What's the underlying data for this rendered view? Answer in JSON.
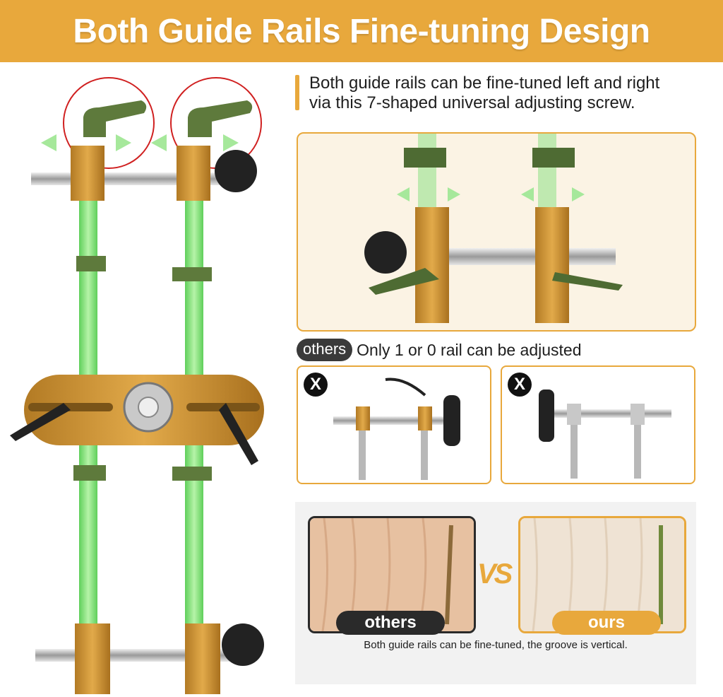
{
  "banner": {
    "title": "Both Guide Rails Fine-tuning Design"
  },
  "description": {
    "text": "Both guide rails can be fine-tuned left and right\nvia this 7-shaped universal adjusting screw."
  },
  "others_row": {
    "pill": "others",
    "text": "Only 1 or 0 rail can be adjusted"
  },
  "bad_panels": [
    {
      "mark": "X"
    },
    {
      "mark": "X"
    }
  ],
  "compare": {
    "vs": "VS",
    "others_label": "others",
    "ours_label": "ours",
    "caption": "Both guide rails can be fine-tuned, the groove is vertical."
  },
  "colors": {
    "brand": "#e8a83c",
    "rail_green": "#7ee27a",
    "metal_gold": "#c99233",
    "dark": "#2a2a2a"
  }
}
